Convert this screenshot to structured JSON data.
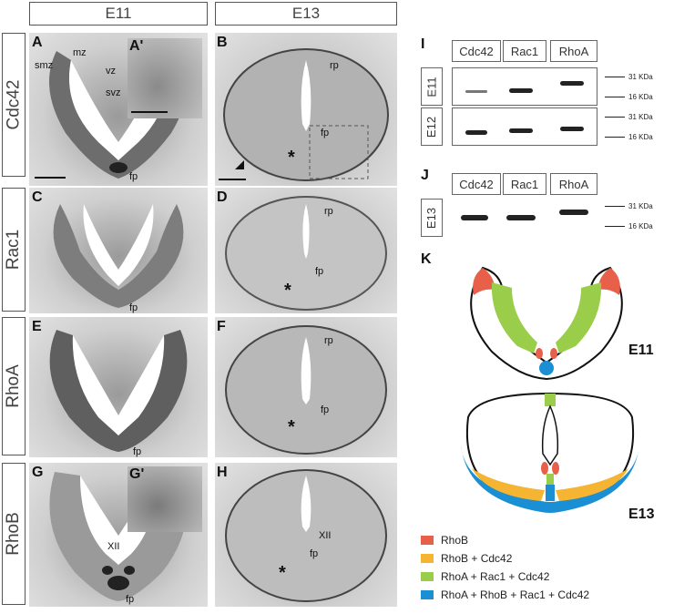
{
  "columns": {
    "e11": "E11",
    "e13": "E13"
  },
  "rows": {
    "r1": "Cdc42",
    "r2": "Rac1",
    "r3": "RhoA",
    "r4": "RhoB"
  },
  "panels": {
    "A": "A",
    "A_prime": "A'",
    "B": "B",
    "C": "C",
    "D": "D",
    "E": "E",
    "F": "F",
    "G": "G",
    "G_prime": "G'",
    "H": "H",
    "I": "I",
    "J": "J",
    "K": "K"
  },
  "annotations": {
    "mz": "mz",
    "smz": "smz",
    "vz": "vz",
    "svz": "svz",
    "fp": "fp",
    "rp": "rp",
    "xii": "XII",
    "star": "*"
  },
  "blots": {
    "headers": [
      "Cdc42",
      "Rac1",
      "RhoA"
    ],
    "i_rows": [
      "E11",
      "E12"
    ],
    "j_rows": [
      "E13"
    ],
    "kda_31": "31 KDa",
    "kda_16": "16 KDa"
  },
  "schematic": {
    "stage_e11": "E11",
    "stage_e13": "E13",
    "legend": [
      {
        "label": "RhoB",
        "color": "#e8604a"
      },
      {
        "label": "RhoB + Cdc42",
        "color": "#f5b532"
      },
      {
        "label": "RhoA + Rac1 + Cdc42",
        "color": "#9acd4a"
      },
      {
        "label": "RhoA + RhoB + Rac1 + Cdc42",
        "color": "#1a8fd4"
      }
    ]
  }
}
